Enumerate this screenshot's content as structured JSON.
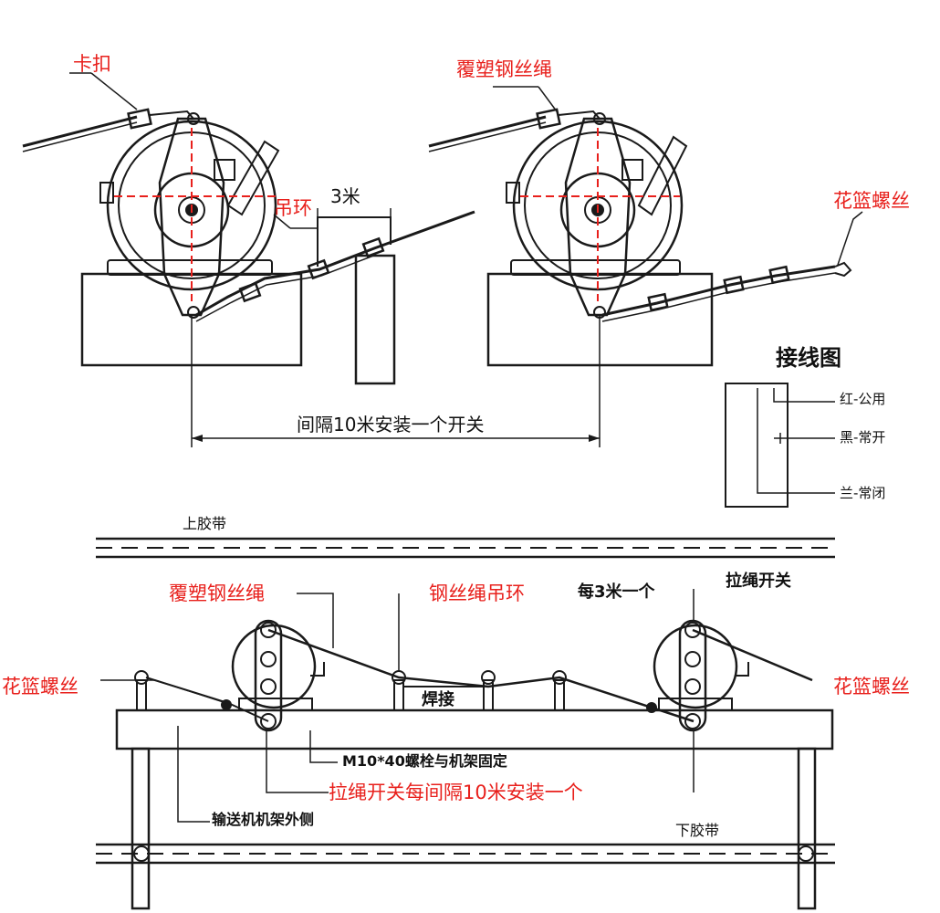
{
  "colors": {
    "line": "#1a1a1a",
    "accent_red": "#e8201c",
    "text": "#111111",
    "bg": "#ffffff"
  },
  "top": {
    "labels": {
      "clip": "卡扣",
      "coated_rope": "覆塑钢丝绳",
      "lifting_ring": "吊环",
      "three_m": "3米",
      "turnbuckle": "花篮螺丝",
      "interval": "间隔10米安装一个开关"
    },
    "wiring": {
      "title": "接线图",
      "red": "红-公用",
      "black": "黑-常开",
      "blue": "兰-常闭"
    }
  },
  "bottom": {
    "labels": {
      "upper_belt": "上胶带",
      "coated_rope": "覆塑钢丝绳",
      "rope_ring": "钢丝绳吊环",
      "every_3m": "每3米一个",
      "pull_switch": "拉绳开关",
      "turnbuckle_left": "花篮螺丝",
      "turnbuckle_right": "花篮螺丝",
      "weld": "焊接",
      "bolt": "M10*40螺栓与机架固定",
      "switch_interval": "拉绳开关每间隔10米安装一个",
      "frame_outside": "输送机机架外侧",
      "lower_belt": "下胶带"
    }
  }
}
